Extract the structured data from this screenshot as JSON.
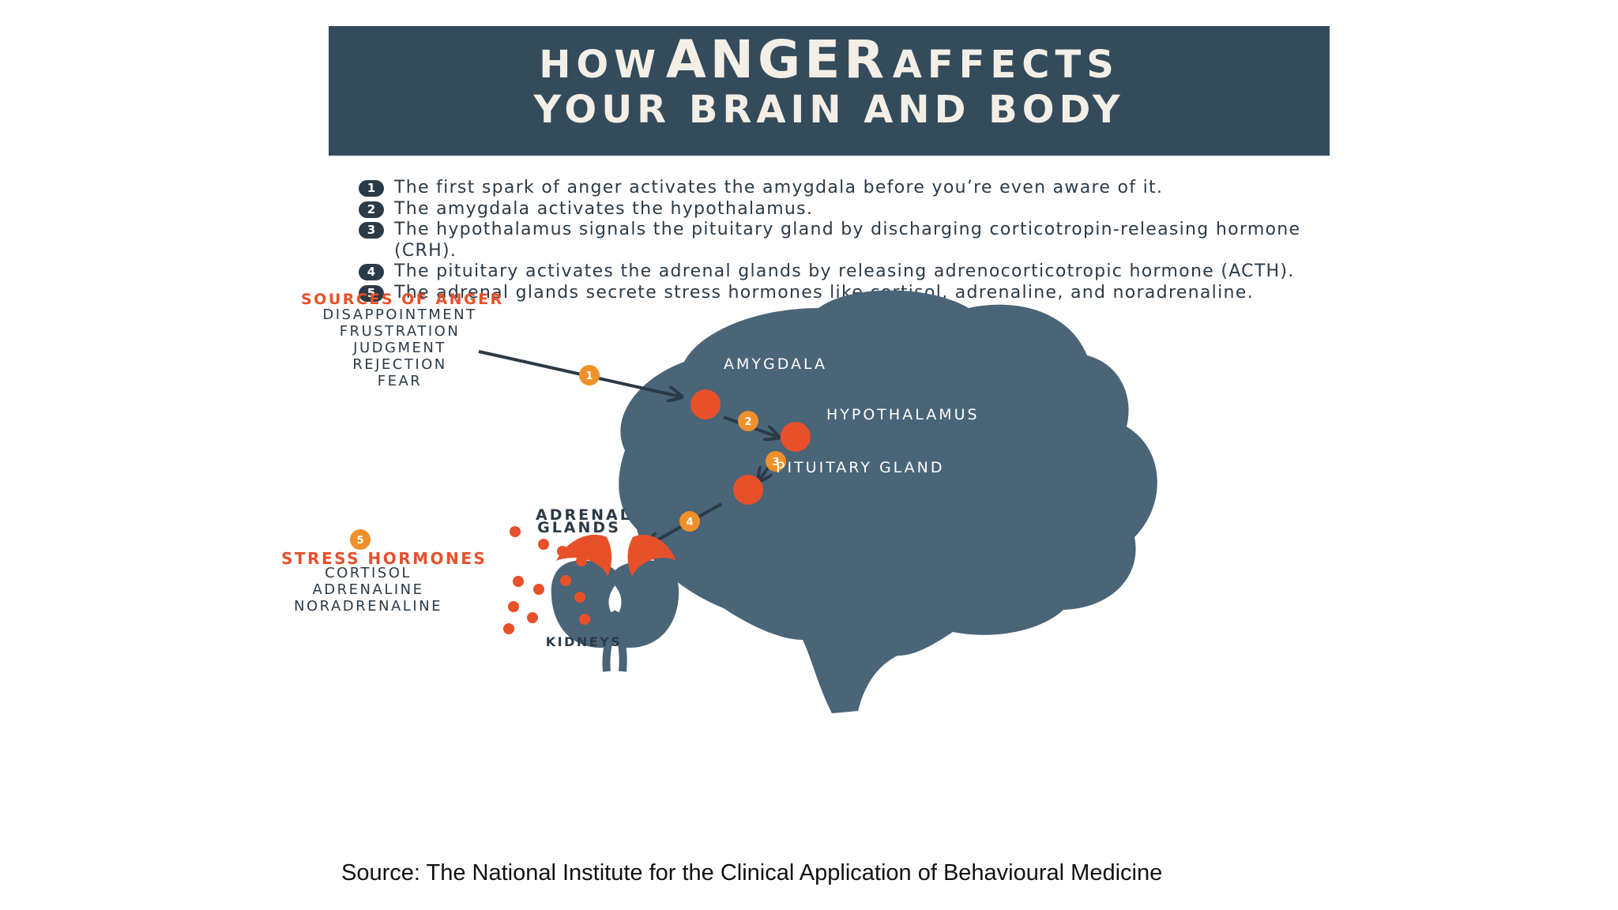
{
  "header": {
    "line1_prefix": "HOW",
    "line1_emph": "ANGER",
    "line1_suffix": "AFFECTS",
    "line2": "YOUR BRAIN AND BODY"
  },
  "steps": [
    {
      "num": "1",
      "text": "The first spark of anger activates the amygdala before you’re even aware of it."
    },
    {
      "num": "2",
      "text": "The amygdala activates the hypothalamus."
    },
    {
      "num": "3",
      "text": "The hypothalamus signals the pituitary gland by discharging corticotropin-releasing hormone (CRH)."
    },
    {
      "num": "4",
      "text": "The pituitary activates the adrenal glands by releasing adrenocorticotropic hormone (ACTH)."
    },
    {
      "num": "5",
      "text": "The adrenal glands secrete stress hormones like cortisol, adrenaline, and noradrenaline."
    }
  ],
  "sources": {
    "title": "SOURCES OF ANGER",
    "items": [
      "DISAPPOINTMENT",
      "FRUSTRATION",
      "JUDGMENT",
      "REJECTION",
      "FEAR"
    ]
  },
  "organs": {
    "amygdala": "AMYGDALA",
    "hypothalamus": "HYPOTHALAMUS",
    "pituitary": "PITUITARY GLAND",
    "adrenal_line1": "ADRENAL",
    "adrenal_line2": "GLANDS",
    "kidneys": "KIDNEYS"
  },
  "badges": [
    "1",
    "2",
    "3",
    "4",
    "5"
  ],
  "stress": {
    "title": "STRESS HORMONES",
    "items": [
      "CORTISOL",
      "ADRENALINE",
      "NORADRENALINE"
    ]
  },
  "source_note": "Source: The National Institute for the Clinical Application of Behavioural Medicine",
  "colors": {
    "header_bg": "#344b5c",
    "brain": "#4a6478",
    "accent_red": "#e8502a",
    "accent_orange": "#f0902a",
    "text_dark": "#2b3a47"
  }
}
